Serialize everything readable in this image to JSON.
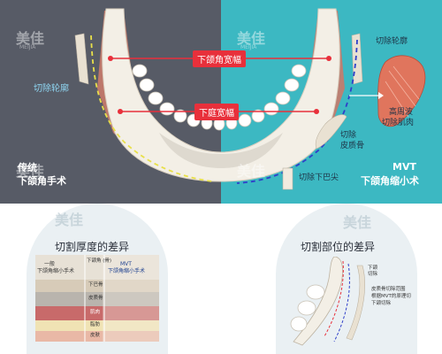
{
  "top": {
    "left_label_trim": "切除轮廓",
    "left_caption_line1": "传统",
    "left_caption_line2": "下颌角手术",
    "red_label_angle_width": "下颌角宽幅",
    "red_label_lower_face_width": "下庭宽幅",
    "right_label_trim": "切除轮廓",
    "right_label_hifu_line1": "高周波",
    "right_label_hifu_line2": "切除肌肉",
    "right_label_cortex_line1": "切除",
    "right_label_cortex_line2": "皮质骨",
    "right_label_chin": "切除下巴尖",
    "right_caption_line1": "MVT",
    "right_caption_line2": "下颌角缩小术"
  },
  "bottom": {
    "left_title": "切割厚度的差异",
    "left_col1_line1": "一般",
    "left_col1_line2": "下颌角缩小手术",
    "left_col2_line1": "MVT",
    "left_col2_line2": "下颌角缩小手术",
    "left_row_labels": [
      "下颌角 (骨)",
      "下巴骨",
      "皮质骨",
      "肌肉",
      "脂肪",
      "皮肤"
    ],
    "right_title": "切割部位的差异",
    "right_note_line1": "皮质骨切除范围",
    "right_note_line2": "根据MVT的原理切",
    "right_note_line3": "下颌切除",
    "right_side_label_line1": "下颌",
    "right_side_label_line2": "切除"
  },
  "watermark": {
    "brand": "美佳",
    "sub": "MEIJIA"
  },
  "colors": {
    "left_panel": "#575b66",
    "right_panel": "#3cb8c2",
    "red_label": "#e8303b",
    "dashed_yellow": "#e8e04a",
    "dashed_blue": "#2f3fc9",
    "bone": "#f3efe6",
    "muscle": "#c97a6a"
  }
}
